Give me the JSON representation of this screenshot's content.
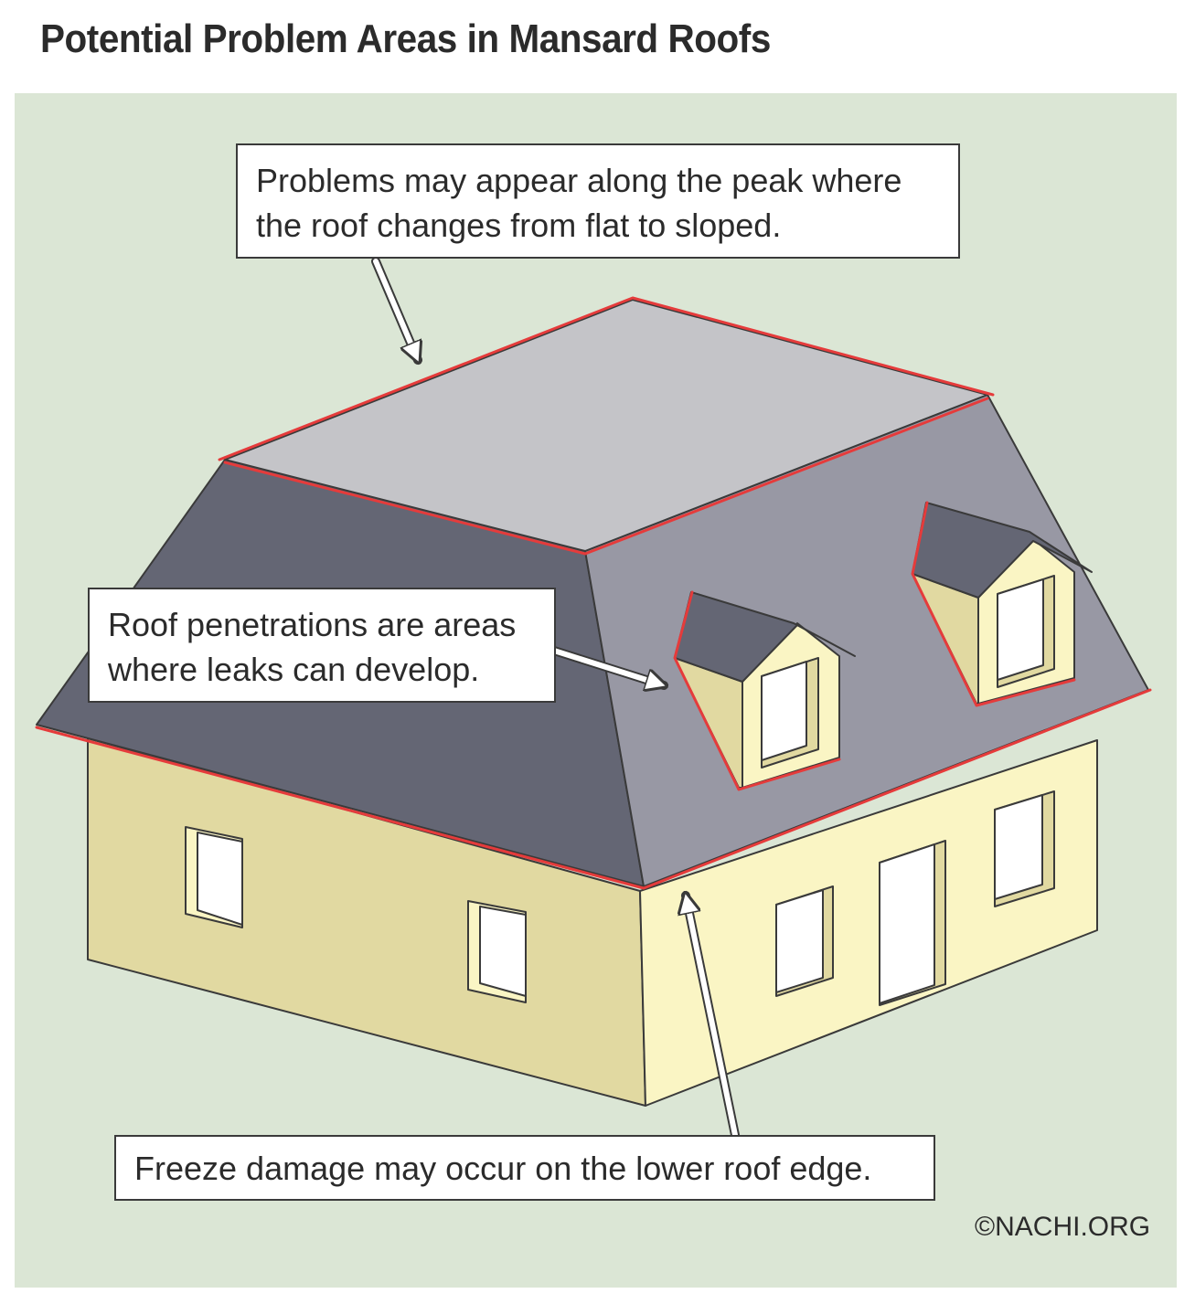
{
  "title": "Potential Problem Areas in Mansard Roofs",
  "callouts": {
    "peak": {
      "line1": "Problems may appear along the peak where",
      "line2": "the roof changes from flat to sloped."
    },
    "penetrations": {
      "line1": "Roof penetrations are areas",
      "line2": "where leaks can develop."
    },
    "freeze": {
      "line1": "Freeze damage may occur on the lower roof edge."
    }
  },
  "credit": "©NACHI.ORG",
  "colors": {
    "background": "#dbe6d5",
    "flat_roof": "#c4c4c8",
    "roof_slope_dark": "#646674",
    "roof_slope_light": "#9898a4",
    "wall_shadow": "#e1d9a1",
    "wall_light": "#faf5c4",
    "problem_line": "#e53b3b",
    "outline": "#3a3a3a",
    "window_glass": "#ffffff"
  }
}
